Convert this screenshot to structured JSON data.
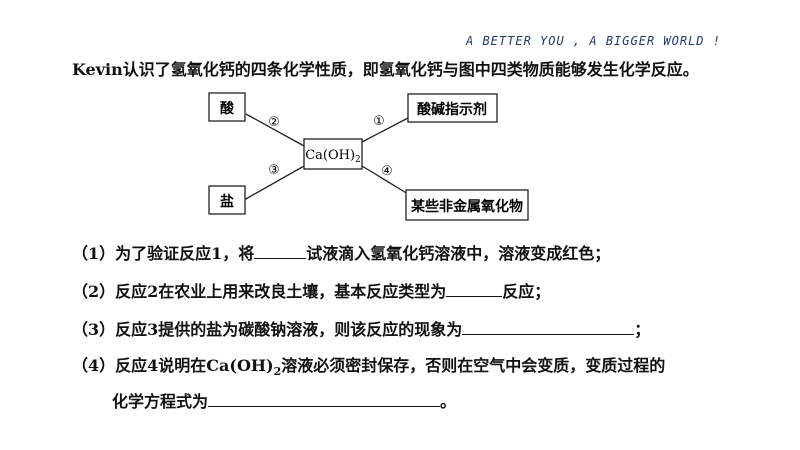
{
  "header": {
    "slogan": "A BETTER YOU ,   A BIGGER WORLD !"
  },
  "intro": "Kevin认识了氢氧化钙的四条化学性质，即氢氧化钙与图中四类物质能够发生化学反应。",
  "diagram": {
    "center": "Ca(OH)2",
    "nodes": {
      "acid": "酸",
      "indicator": "酸碱指示剂",
      "salt": "盐",
      "oxide": "某些非金属氧化物"
    },
    "markers": {
      "m1": "①",
      "m2": "②",
      "m3": "③",
      "m4": "④"
    }
  },
  "questions": {
    "q1": {
      "pre": "（1）为了验证反应1，将",
      "post": "试液滴入氢氧化钙溶液中，溶液变成红色；"
    },
    "q2": {
      "pre": "（2）反应2在农业上用来改良土壤，基本反应类型为",
      "post": "反应；"
    },
    "q3": {
      "pre": "（3）反应3提供的盐为碳酸钠溶液，则该反应的现象为",
      "post": "；"
    },
    "q4": {
      "pre": "（4）反应4说明在Ca(OH)",
      "sub": "2",
      "post": "溶液必须密封保存，否则在空气中会变质，变质过程的",
      "line2_pre": "化学方程式为",
      "line2_post": "。"
    }
  }
}
